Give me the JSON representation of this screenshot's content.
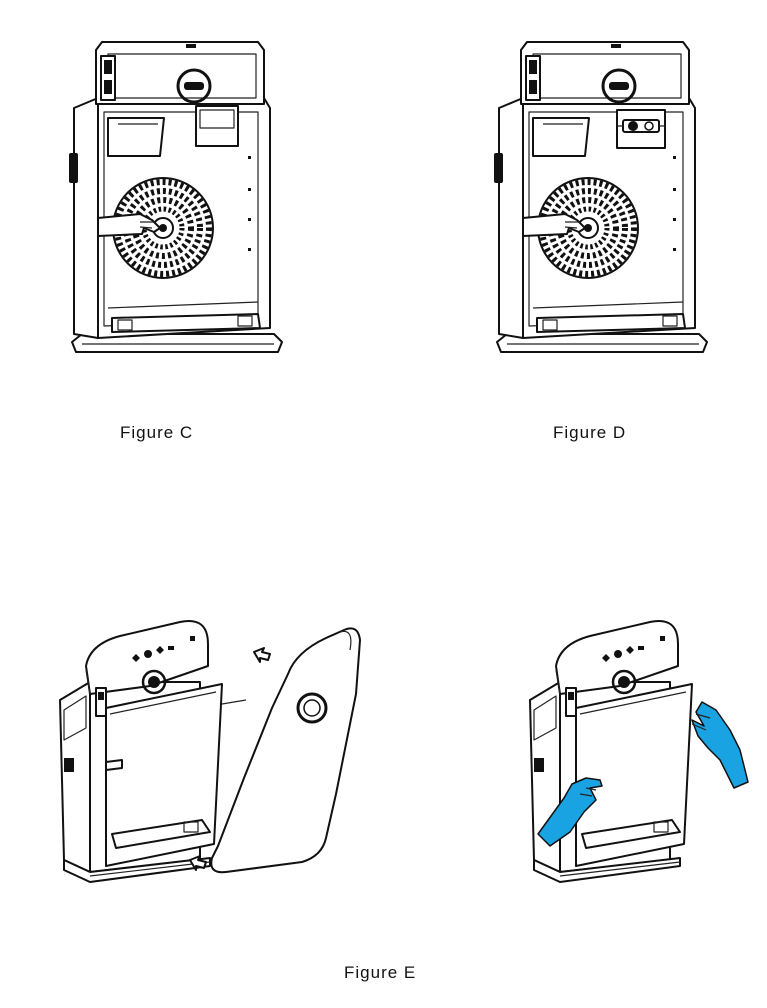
{
  "captions": {
    "c": "Figure C",
    "d": "Figure D",
    "e": "Figure E"
  },
  "colors": {
    "glove": "#1aa3e3",
    "line": "#111111"
  }
}
